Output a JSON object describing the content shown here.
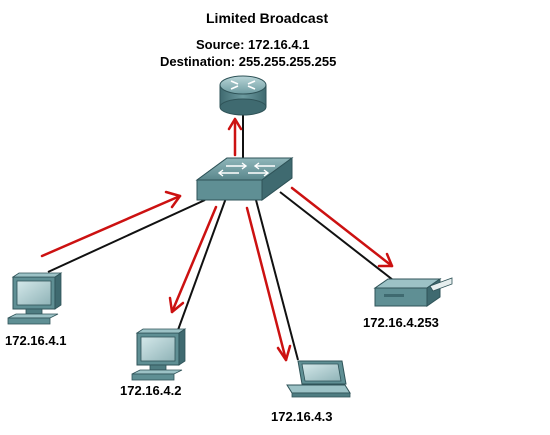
{
  "diagram": {
    "title": "Limited Broadcast",
    "source_line": "Source: 172.16.4.1",
    "destination_line": "Destination: 255.255.255.255",
    "hosts": [
      {
        "label": "172.16.4.1",
        "icon": "desktop-computer-icon"
      },
      {
        "label": "172.16.4.2",
        "icon": "desktop-computer-icon"
      },
      {
        "label": "172.16.4.3",
        "icon": "laptop-icon"
      },
      {
        "label": "172.16.4.253",
        "icon": "printer-icon"
      }
    ],
    "central_devices": {
      "router_icon": "router-icon",
      "switch_icon": "switch-icon"
    }
  },
  "colors": {
    "arrow": "#cc1111",
    "link": "#111111",
    "device_teal": "#5f8f94",
    "device_teal_dark": "#3f6a70",
    "device_teal_light": "#9cc2c6"
  }
}
